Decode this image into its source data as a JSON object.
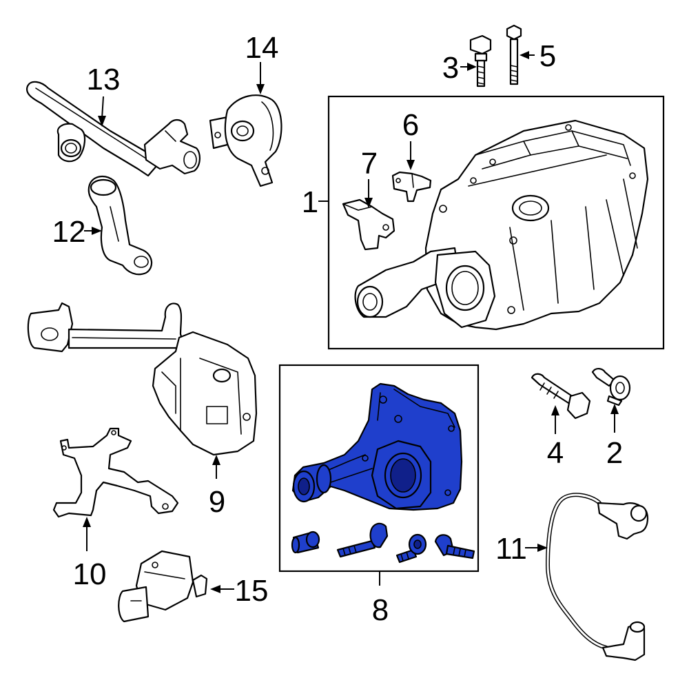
{
  "diagram": {
    "highlight_color": "#1f3fcc",
    "callouts": {
      "c1": "1",
      "c2": "2",
      "c3": "3",
      "c4": "4",
      "c5": "5",
      "c6": "6",
      "c7": "7",
      "c8": "8",
      "c9": "9",
      "c10": "10",
      "c11": "11",
      "c12": "12",
      "c13": "13",
      "c14": "14",
      "c15": "15"
    }
  }
}
